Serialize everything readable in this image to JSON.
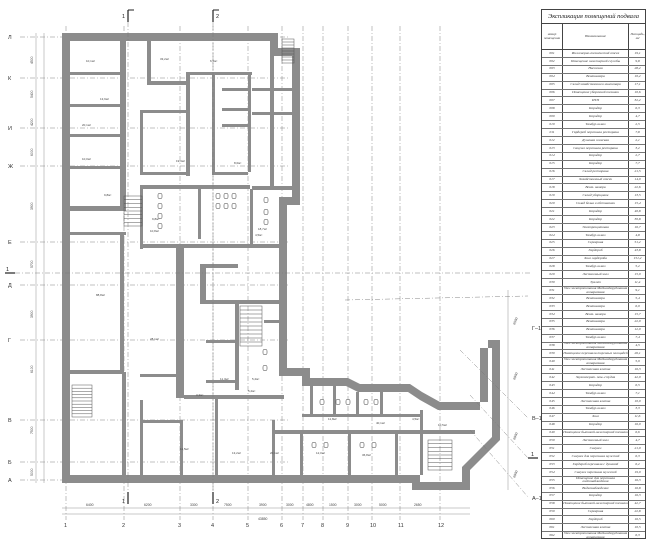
{
  "axes": {
    "letters": [
      "Л",
      "К",
      "И",
      "Ж",
      "Е",
      "Д",
      "Г",
      "В",
      "Б",
      "А"
    ],
    "numbers": [
      "1",
      "2",
      "3",
      "4",
      "5",
      "6",
      "7",
      "8",
      "9",
      "10",
      "11",
      "12"
    ],
    "bottom_dims": [
      "6400",
      "6200",
      "3300",
      "7500",
      "3900",
      "3000",
      "4800",
      "1500",
      "3000",
      "5000",
      "2650"
    ],
    "overall_dim": "43850",
    "left_dims": [
      "4500",
      "5400",
      "4200",
      "6000",
      "3900",
      "5700",
      "3900",
      "6100",
      "7500",
      "5000"
    ],
    "diag_labels": [
      "Г–1",
      "В–1",
      "А–1"
    ],
    "diag_dims": [
      "6500",
      "6000",
      "6000",
      "6000"
    ]
  },
  "section_marks": {
    "top": [
      "1",
      "2"
    ],
    "bottom": [
      "1",
      "2"
    ],
    "side": [
      "1",
      "1"
    ]
  },
  "room_areas": [
    "10,1м²",
    "13,9м²",
    "33,2м²",
    "6,5м²",
    "20,1м²",
    "10,0м²",
    "19,4м²",
    "8,0м²",
    "9,8м²",
    "10,8м²",
    "4,5м²",
    "18,7м²",
    "9,8м²",
    "11,3м²",
    "5,2м²",
    "3,3м²",
    "88,8м²",
    "28,1м²",
    "5,2м²",
    "11,8м²",
    "40,1м²",
    "20,1м²",
    "13,2м²",
    "11,5м²",
    "12,0м²",
    "36,8м²",
    "4,5м²",
    "10,5м²"
  ],
  "legend": {
    "title": "Экспликация помещений подвала",
    "headers": [
      "номер помещения",
      "Наименование",
      "Площадь, м2"
    ],
    "rows": [
      [
        "001",
        "Инженерно-технический отсек",
        "19,1"
      ],
      [
        "002",
        "Помещение инженерной службы",
        "9,8"
      ],
      [
        "003",
        "Насосная",
        "28,2"
      ],
      [
        "004",
        "Венткамера",
        "10,2"
      ],
      [
        "005",
        "Склад хозяйственного инвентаря",
        "17,1"
      ],
      [
        "006",
        "Помещение уборочной техники",
        "10,6"
      ],
      [
        "007",
        "ИТП",
        "32,2"
      ],
      [
        "008",
        "Коридор",
        "6,3"
      ],
      [
        "009",
        "Коридор",
        "4,7"
      ],
      [
        "010",
        "Тамбур-шлюз",
        "2,5"
      ],
      [
        "011",
        "Гардероб персонала ресторана",
        "7,8"
      ],
      [
        "012",
        "Душевая женская",
        "2,1"
      ],
      [
        "013",
        "Санузел персонала ресторана",
        "3,2"
      ],
      [
        "014",
        "Коридор",
        "2,7"
      ],
      [
        "015",
        "Коридор",
        "7,7"
      ],
      [
        "016",
        "Склад ресторана",
        "21,5"
      ],
      [
        "017",
        "Хозяйственный отсек",
        "14,9"
      ],
      [
        "018",
        "Вент. камера",
        "22,6"
      ],
      [
        "019",
        "Склад уборщиков",
        "13,5"
      ],
      [
        "020",
        "Склад белья и обстановки",
        "15,4"
      ],
      [
        "021",
        "Коридор",
        "40,8"
      ],
      [
        "022",
        "Коридор",
        "30,8"
      ],
      [
        "023",
        "Электрощитовая",
        "16,7"
      ],
      [
        "024",
        "Тамбур-шлюз",
        "4,8"
      ],
      [
        "025",
        "Серверная",
        "51,2"
      ],
      [
        "026",
        "Гардероб",
        "43,8"
      ],
      [
        "027",
        "Холл гардероба",
        "151,2"
      ],
      [
        "028",
        "Тамбур-шлюз",
        "5,2"
      ],
      [
        "029",
        "Лестничный холл",
        "15,0"
      ],
      [
        "030",
        "Туалет",
        "11,4"
      ],
      [
        "031",
        "Узел электропитания Медиаоборудования аппаратная",
        "9,1"
      ],
      [
        "032",
        "Венткамера",
        "5,4"
      ],
      [
        "033",
        "Венткамера",
        "6,0"
      ],
      [
        "034",
        "Вент. камера",
        "15,7"
      ],
      [
        "035",
        "Венткамера",
        "22,9"
      ],
      [
        "036",
        "Венткамера",
        "12,0"
      ],
      [
        "037",
        "Тамбур-шлюз",
        "7,4"
      ],
      [
        "038",
        "Узел электропитания Медиаоборудования аппаратная",
        "4,5"
      ],
      [
        "039",
        "Помещение персонала торговых площадей",
        "26,1"
      ],
      [
        "040",
        "Узел электропитания Медиаоборудования аппаратная",
        "5,9"
      ],
      [
        "041",
        "Лестничная клетка",
        "16,3"
      ],
      [
        "042",
        "Звукооперат. пом.-студия",
        "42,0"
      ],
      [
        "043",
        "Коридор",
        "6,5"
      ],
      [
        "044",
        "Тамбур-шлюз",
        "7,1"
      ],
      [
        "045",
        "Лестничная клетка",
        "10,0"
      ],
      [
        "046",
        "Тамбур-шлюз",
        "3,3"
      ],
      [
        "047",
        "Холл",
        "11,6"
      ],
      [
        "048",
        "Коридор",
        "16,0"
      ],
      [
        "049",
        "Помещение бытовой-инженерной техники",
        "6,6"
      ],
      [
        "050",
        "Лестничный холл",
        "4,7"
      ],
      [
        "051",
        "Санузел",
        "21,0"
      ],
      [
        "052",
        "Санузел для персонала мужской",
        "6,3"
      ],
      [
        "053",
        "Гардероб персонала с душевой",
        "6,2"
      ],
      [
        "054",
        "Санузел персонала мужской",
        "19,0"
      ],
      [
        "055",
        "Помещение для персонала видеонаблюдения",
        "16,3"
      ],
      [
        "056",
        "Видеонаблюдение",
        "16,8"
      ],
      [
        "057",
        "Коридор",
        "16,3"
      ],
      [
        "058",
        "Помещение бытовой-инженерной техники",
        "42,7"
      ],
      [
        "059",
        "Серверная",
        "22,8"
      ],
      [
        "060",
        "Гардероб",
        "16,5"
      ],
      [
        "061",
        "Лестничная клетка",
        "10,5"
      ],
      [
        "062",
        "Узел электропитания Медиаоборудования аппаратная",
        "6,3"
      ]
    ]
  }
}
